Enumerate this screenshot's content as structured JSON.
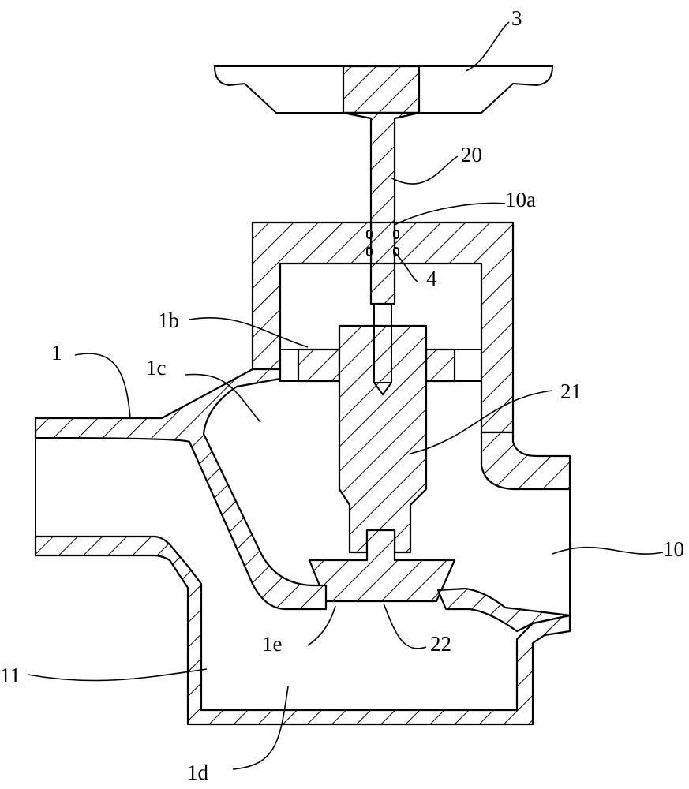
{
  "labels": {
    "handwheel": "3",
    "stem": "20",
    "seal_groove": "10a",
    "seal_ring": "4",
    "guide_plate": "1b",
    "body": "1",
    "upper_chamber": "1c",
    "spool": "21",
    "outlet": "10",
    "inlet": "11",
    "valve_port": "1e",
    "valve_disc": "22",
    "lower_chamber": "1d"
  }
}
